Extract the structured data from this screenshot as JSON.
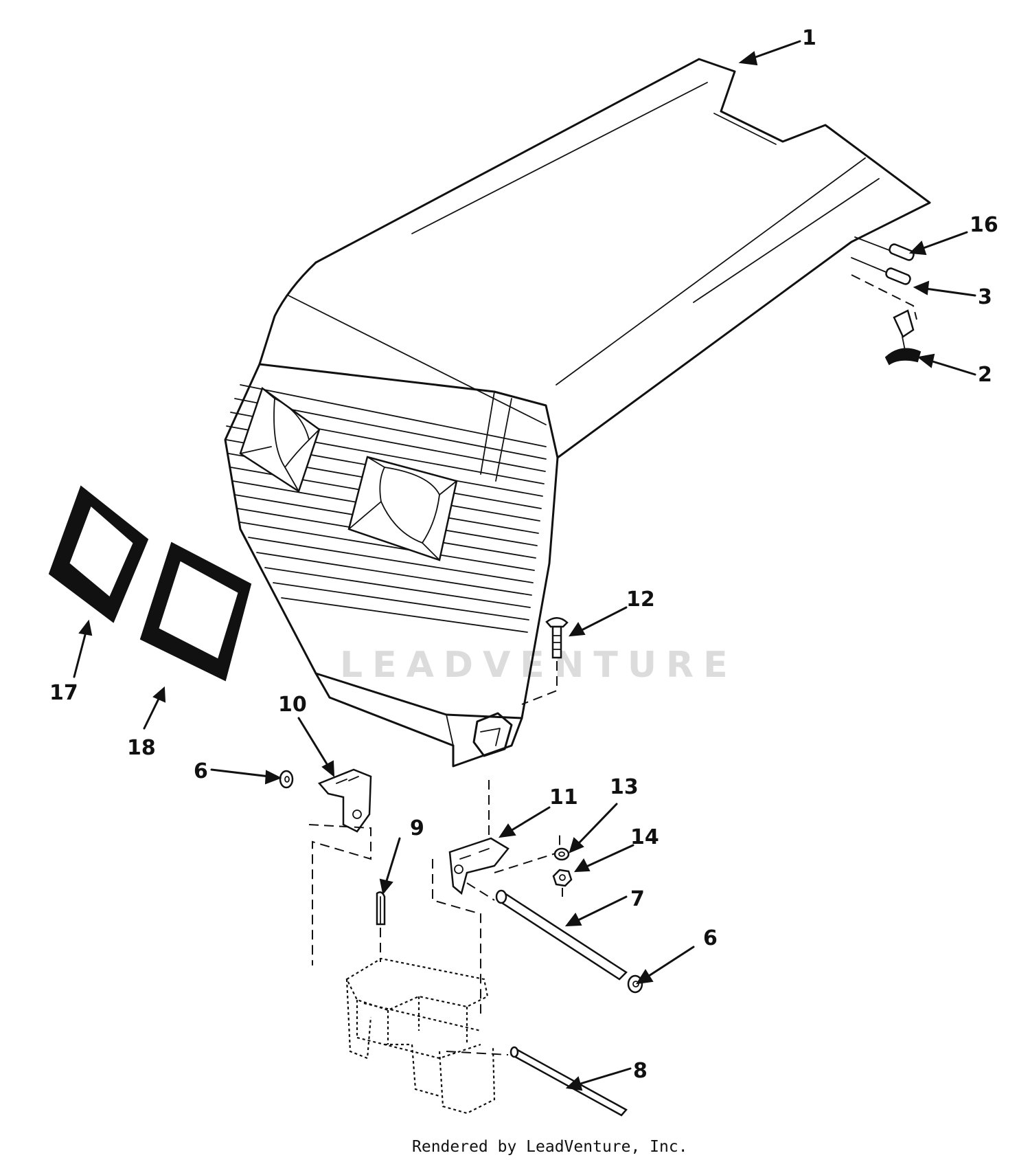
{
  "watermark": "LEADVENTURE",
  "credit": "Rendered by LeadVenture, Inc.",
  "callouts": [
    "1",
    "2",
    "3",
    "6",
    "6",
    "7",
    "8",
    "9",
    "10",
    "11",
    "12",
    "13",
    "14",
    "16",
    "17",
    "18"
  ]
}
